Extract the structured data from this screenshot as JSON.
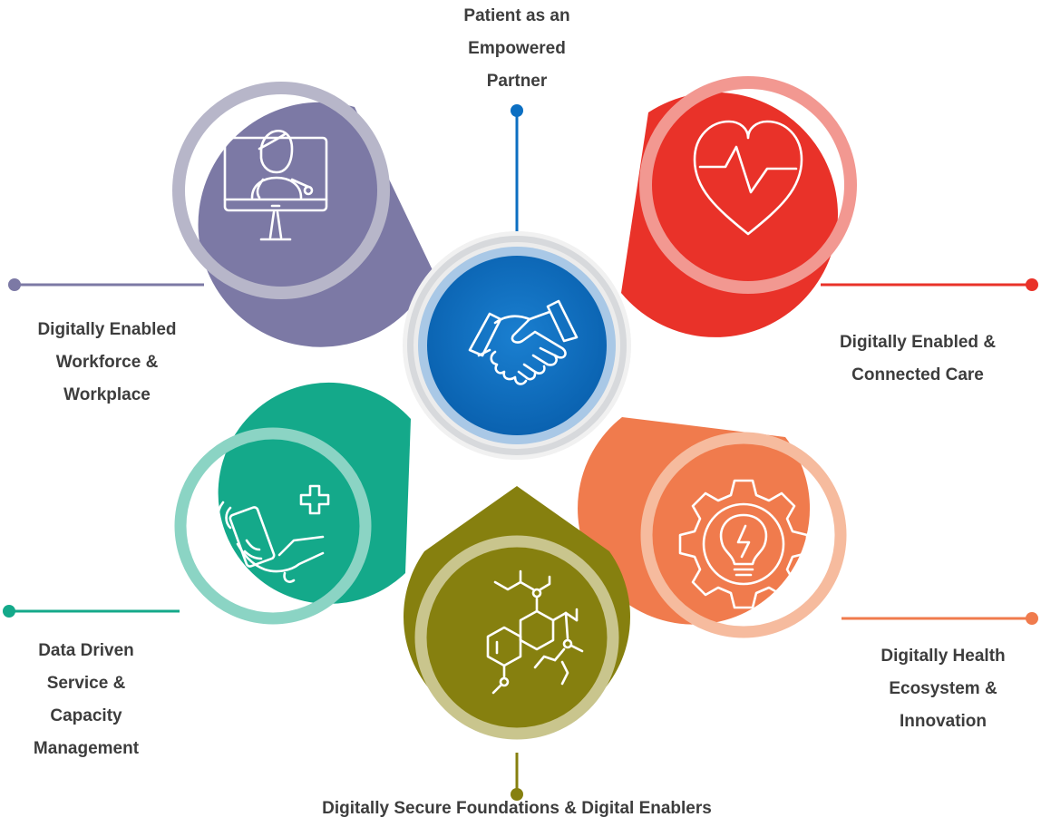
{
  "nodes": [
    {
      "id": "top",
      "label_lines": [
        "Patient as an",
        "Empowered",
        "Partner"
      ],
      "color": "#0c6fc2",
      "icon": "handshake-icon"
    },
    {
      "id": "workforce",
      "label_lines": [
        "Digitally Enabled",
        "Workforce &",
        "Workplace"
      ],
      "color": "#7c79a5",
      "icon": "doctor-monitor-icon"
    },
    {
      "id": "care",
      "label_lines": [
        "Digitally Enabled &",
        "Connected Care"
      ],
      "color": "#e93229",
      "icon": "heart-pulse-icon"
    },
    {
      "id": "data",
      "label_lines": [
        "Data Driven",
        "Service &",
        "Capacity",
        "Management"
      ],
      "color": "#14a98a",
      "icon": "phone-medical-icon"
    },
    {
      "id": "ecosystem",
      "label_lines": [
        "Digitally Health",
        "Ecosystem &",
        "Innovation"
      ],
      "color": "#f07b4d",
      "icon": "gear-bulb-icon"
    },
    {
      "id": "foundations",
      "label_lines": [
        "Digitally Secure Foundations & Digital Enablers"
      ],
      "color": "#86800f",
      "icon": "molecule-icon"
    }
  ],
  "center_color": "#0c6fc2"
}
